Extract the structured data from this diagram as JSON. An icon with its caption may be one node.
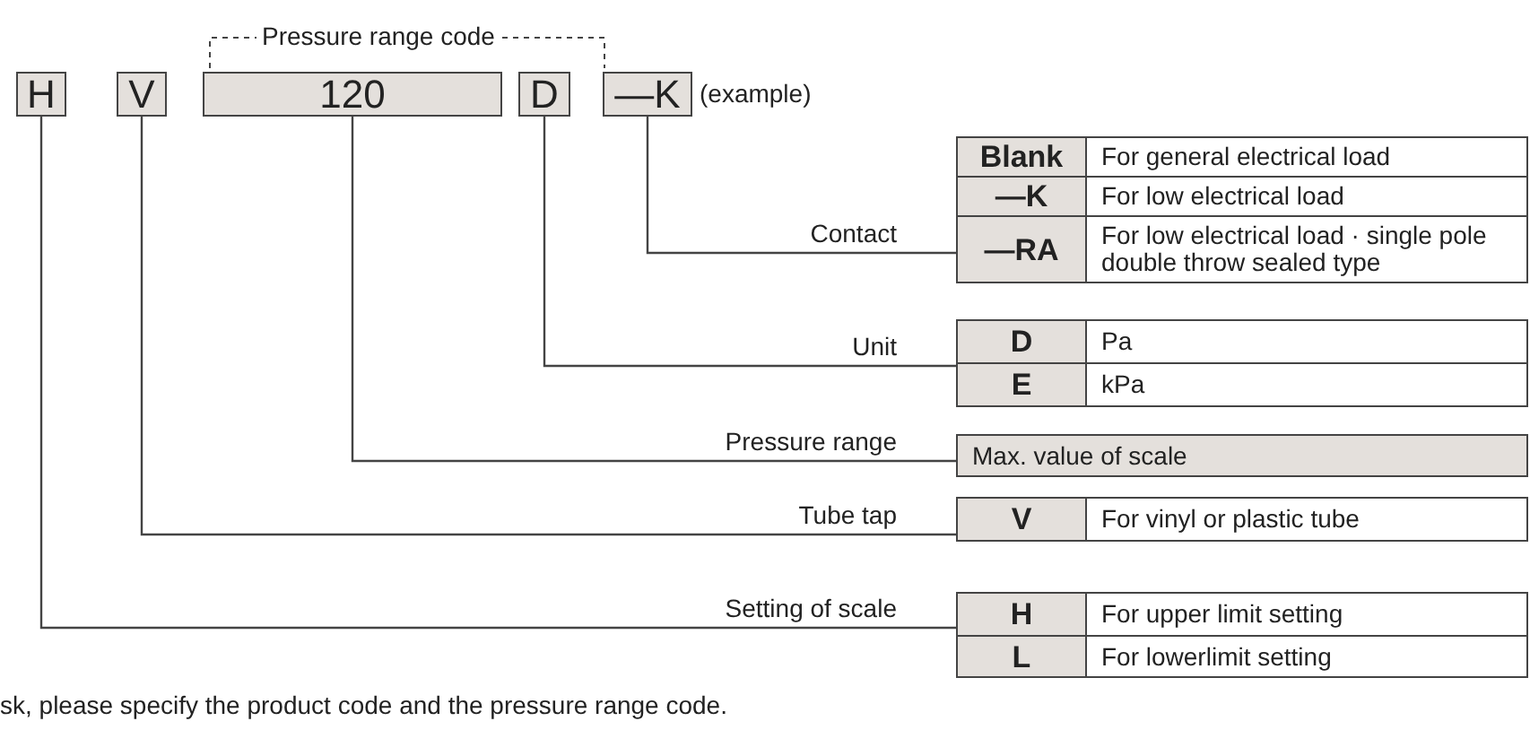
{
  "diagram": {
    "nodes": [
      {
        "text": [
          "H"
        ]
      },
      {
        "text": [
          "V"
        ]
      },
      {
        "text": [
          "120"
        ]
      },
      {
        "text": [
          "D"
        ]
      },
      {
        "text": [
          "—K"
        ],
        "beside": [
          "(example)"
        ]
      },
      {
        "text": [
          "Blank",
          "For general electrical load",
          "—K",
          "For low electrical load",
          "—RA",
          "For low electrical load · single pole double throw sealed type"
        ],
        "beside": [
          "Contact"
        ]
      },
      {
        "text": [
          "D",
          "Pa",
          "E",
          "kPa"
        ],
        "beside": [
          "Unit"
        ]
      },
      {
        "text": [
          "Max. value of scale"
        ],
        "beside": [
          "Pressure range"
        ]
      },
      {
        "text": [
          "V",
          "For vinyl or plastic tube"
        ],
        "beside": [
          "Tube tap"
        ]
      },
      {
        "text": [
          "H",
          "For upper limit setting",
          "L",
          "For lowerlimit setting"
        ],
        "beside": [
          "Setting of scale"
        ]
      }
    ],
    "edges": [
      {
        "from": 4,
        "to": 5,
        "arrow": "none"
      },
      {
        "from": 3,
        "to": 6,
        "arrow": "none"
      },
      {
        "from": 2,
        "to": 7,
        "arrow": "none"
      },
      {
        "from": 1,
        "to": 8,
        "arrow": "none"
      },
      {
        "from": 0,
        "to": 9,
        "arrow": "none"
      }
    ],
    "labels": [
      "Pressure range code",
      "sk, please specify the product code and the pressure range code."
    ]
  }
}
